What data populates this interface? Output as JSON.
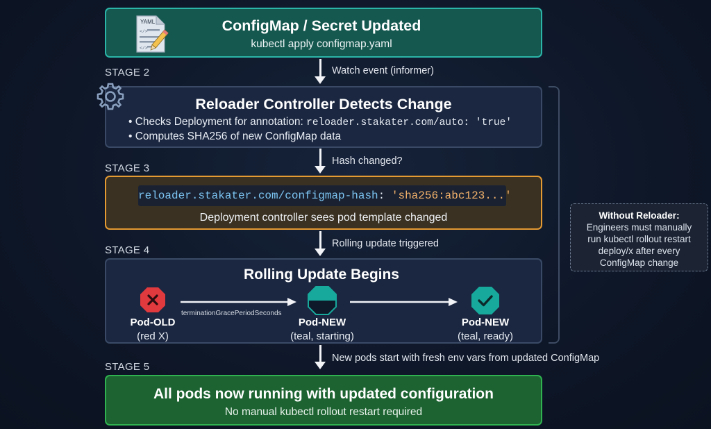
{
  "stage1": {
    "icon_text": "YAML",
    "title": "ConfigMap / Secret Updated",
    "subtitle": "kubectl apply configmap.yaml"
  },
  "arrow1": {
    "text": "Watch event (informer)"
  },
  "stage2": {
    "label": "STAGE 2",
    "title": "Reloader Controller Detects Change",
    "bullet1_prefix": "Checks Deployment for annotation:",
    "bullet1_code": "reloader.stakater.com/auto: 'true'",
    "bullet2": "Computes SHA256 of new ConfigMap data"
  },
  "arrow2": {
    "text": "Hash changed?"
  },
  "stage3": {
    "label": "STAGE 3",
    "code_key": "reloader.stakater.com/configmap-hash",
    "code_sep": ": ",
    "code_value": "'sha256:abc123...'",
    "caption": "Deployment controller sees pod template changed"
  },
  "arrow3": {
    "text": "Rolling update triggered"
  },
  "stage4": {
    "label": "STAGE 4",
    "title": "Rolling Update Begins",
    "transition_text": "terminationGracePeriodSeconds",
    "pods": [
      {
        "name": "Pod-OLD",
        "state": "(red X)"
      },
      {
        "name": "Pod-NEW",
        "state": "(teal, starting)"
      },
      {
        "name": "Pod-NEW",
        "state": "(teal, ready)"
      }
    ]
  },
  "arrow4": {
    "text": "New pods start with fresh env vars from updated ConfigMap"
  },
  "stage5": {
    "label": "STAGE 5",
    "title": "All pods now running with updated configuration",
    "subtitle": "No manual kubectl rollout restart required"
  },
  "note": {
    "title": "Without Reloader:",
    "lines": [
      "Engineers must manually",
      "run kubectl rollout restart",
      "deploy/x after every",
      "ConfigMap change"
    ]
  },
  "colors": {
    "teal_border": "#2bb5a8",
    "teal_fill": "#14584f",
    "orange_border": "#e59a32",
    "green_border": "#2fb24f",
    "green_fill": "#1c6331",
    "pod_red": "#e0393e",
    "pod_teal": "#17a99c",
    "code_blue": "#7cc4f2",
    "code_orange": "#f4b26a"
  },
  "icons": [
    "yaml-file-icon",
    "gear-icon",
    "x-octagon-icon",
    "half-filled-octagon-icon",
    "check-octagon-icon"
  ]
}
